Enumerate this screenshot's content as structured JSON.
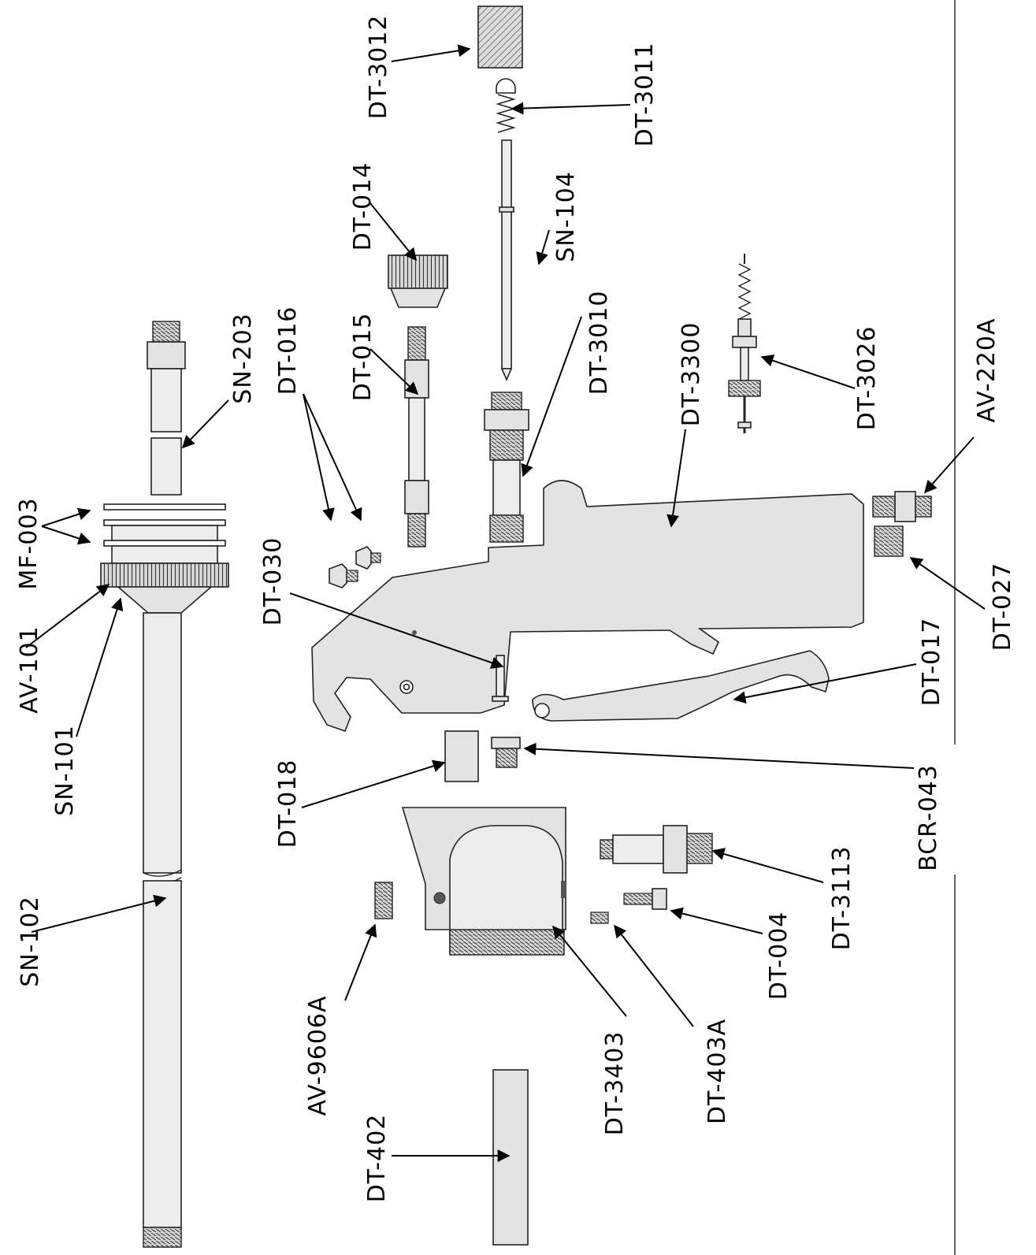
{
  "labels": {
    "dt3012": "DT-3012",
    "dt3011": "DT-3011",
    "sn104": "SN-104",
    "dt014": "DT-014",
    "dt015": "DT-015",
    "dt016": "DT-016",
    "sn203": "SN-203",
    "dt3010": "DT-3010",
    "dt3300": "DT-3300",
    "dt3026": "DT-3026",
    "av220a": "AV-220A",
    "mf003": "MF-003",
    "av101": "AV-101",
    "sn101": "SN-101",
    "dt030": "DT-030",
    "dt027": "DT-027",
    "dt017": "DT-017",
    "dt018": "DT-018",
    "bcr043": "BCR-043",
    "sn102": "SN-102",
    "dt3113": "DT-3113",
    "dt004": "DT-004",
    "av9606a": "AV-9606A",
    "dt3403": "DT-3403",
    "dt403a": "DT-403A",
    "dt402": "DT-402"
  }
}
